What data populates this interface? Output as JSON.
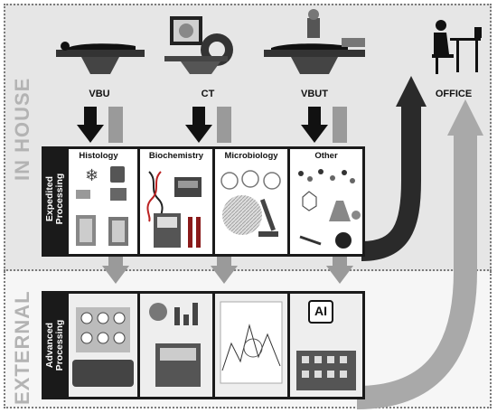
{
  "zones": {
    "inhouse_label": "IN HOUSE",
    "external_label": "EXTERNAL"
  },
  "stations": [
    {
      "label": "VBU"
    },
    {
      "label": "CT"
    },
    {
      "label": "VBUT"
    },
    {
      "label": "OFFICE"
    }
  ],
  "expedited": {
    "strip_label_line1": "Expedited",
    "strip_label_line2": "Processing",
    "panels": [
      {
        "title": "Histology"
      },
      {
        "title": "Biochemistry"
      },
      {
        "title": "Microbiology"
      },
      {
        "title": "Other"
      }
    ]
  },
  "advanced": {
    "strip_label_line1": "Advanced",
    "strip_label_line2": "Processing",
    "ai_badge": "AI"
  },
  "colors": {
    "zone_inhouse": "#e6e6e6",
    "zone_external": "#f6f6f6",
    "black_arrow": "#111111",
    "grey_arrow": "#9a9a9a",
    "strip": "#1a1a1a"
  }
}
